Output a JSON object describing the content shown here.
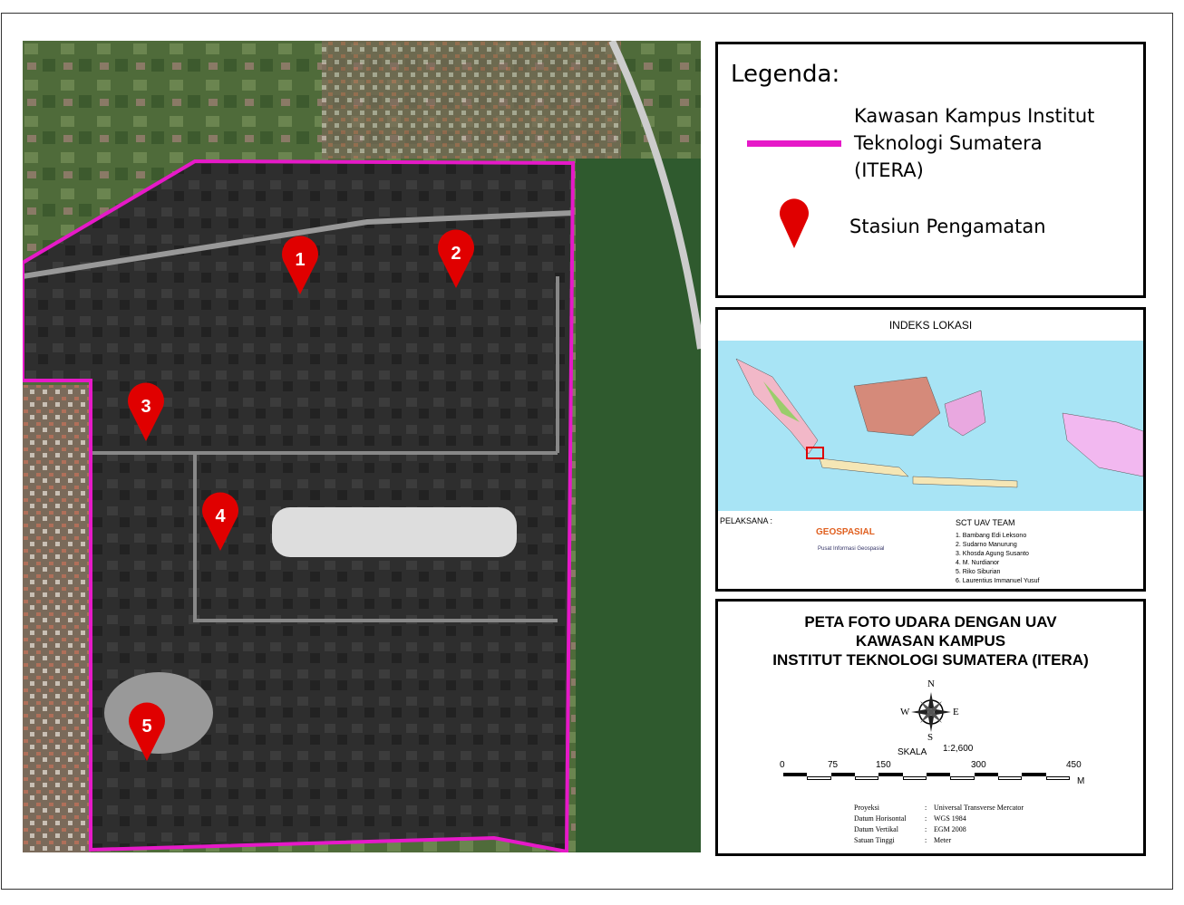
{
  "map": {
    "markers": [
      {
        "label": "1"
      },
      {
        "label": "2"
      },
      {
        "label": "3"
      },
      {
        "label": "4"
      },
      {
        "label": "5"
      }
    ],
    "colors": {
      "boundary": "#e619c8",
      "marker": "#e00000"
    }
  },
  "legend": {
    "title": "Legenda:",
    "boundary_label_lines": [
      "Kawasan Kampus Institut",
      "Teknologi Sumatera",
      "(ITERA)"
    ],
    "marker_label": "Stasiun Pengamatan"
  },
  "index": {
    "title": "INDEKS LOKASI",
    "executor_label": "PELAKSANA :",
    "company": "GEOSPASIAL",
    "company_tagline": "Pusat Informasi Geospasial",
    "team_title": "SCT UAV TEAM",
    "team": [
      "1. Bambang Edi Leksono",
      "2. Sudarno Manurung",
      "3. Khosda Agung Susanto",
      "4. M. Nurdianor",
      "5. Riko Siburian",
      "6. Laurentius Immanuel Yusuf"
    ]
  },
  "title": {
    "lines": [
      "PETA FOTO UDARA DENGAN UAV",
      "KAWASAN KAMPUS",
      "INSTITUT TEKNOLOGI SUMATERA (ITERA)"
    ]
  },
  "compass": {
    "n": "N",
    "s": "S",
    "e": "E",
    "w": "W"
  },
  "scale": {
    "label": "SKALA",
    "ratio": "1:2,600",
    "ticks": [
      "0",
      "75",
      "150",
      "300",
      "450"
    ],
    "unit": "M"
  },
  "projection": [
    {
      "k": "Proyeksi",
      "v": "Universal Transverse Mercator"
    },
    {
      "k": "Datum Horisontal",
      "v": "WGS 1984"
    },
    {
      "k": "Datum Vertikal",
      "v": "EGM 2008"
    },
    {
      "k": "Satuan Tinggi",
      "v": "Meter"
    }
  ]
}
